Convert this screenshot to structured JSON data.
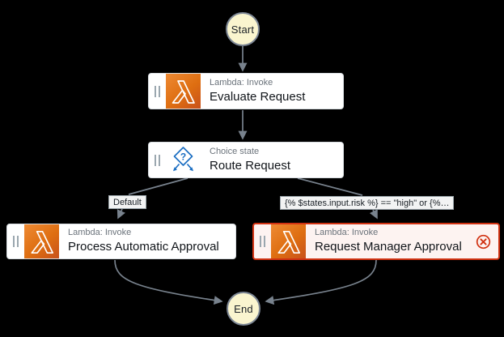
{
  "canvas": {
    "background": "#000000",
    "app": "AWS Step Functions workflow graph"
  },
  "colors": {
    "edge": "#78828D",
    "state_border": "#D8DDE1",
    "error": "#D13212",
    "error_background": "#FDF3F1",
    "lambda_gradient_start": "#EE8A33",
    "lambda_gradient_end": "#C8511B",
    "choice_blue": "#1B6EC2",
    "terminal_fill": "#FAF5CF",
    "terminal_border": "#7D8795",
    "edge_label_background": "#F2F3F3"
  },
  "nodes": {
    "start": {
      "label": "Start"
    },
    "evaluate_request": {
      "type_label": "Lambda: Invoke",
      "title": "Evaluate Request",
      "icon": "lambda-icon"
    },
    "route_request": {
      "type_label": "Choice state",
      "title": "Route Request",
      "icon": "choice-icon"
    },
    "process_automatic_approval": {
      "type_label": "Lambda: Invoke",
      "title": "Process Automatic Approval",
      "icon": "lambda-icon"
    },
    "request_manager_approval": {
      "type_label": "Lambda: Invoke",
      "title": "Request Manager Approval",
      "icon": "lambda-icon",
      "status": "error"
    },
    "end": {
      "label": "End"
    }
  },
  "edge_labels": {
    "default_branch": "Default",
    "condition_branch": "{% $states.input.risk %} == \"high\" or {%…"
  },
  "icons": {
    "choice_question_glyph": "?"
  }
}
